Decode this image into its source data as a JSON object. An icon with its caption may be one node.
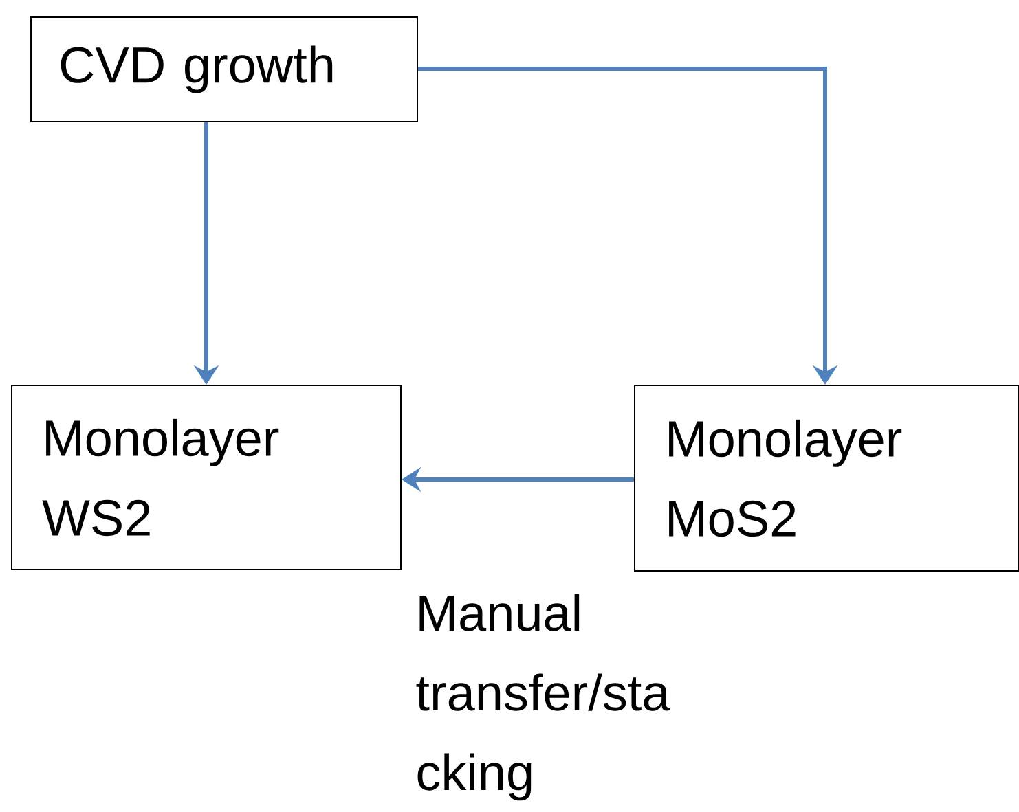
{
  "diagram": {
    "nodes": [
      {
        "text": [
          "CVD growth"
        ]
      },
      {
        "text": [
          "Monolayer WS2"
        ]
      },
      {
        "text": [
          "Monolayer MoS2"
        ]
      }
    ],
    "edges": [
      {
        "from": 0,
        "to": 1,
        "arrow": "to"
      },
      {
        "from": 0,
        "to": 2,
        "arrow": "to"
      },
      {
        "from": 2,
        "to": 1,
        "arrow": "to",
        "label": "Manual transfer/sta cking"
      }
    ]
  }
}
